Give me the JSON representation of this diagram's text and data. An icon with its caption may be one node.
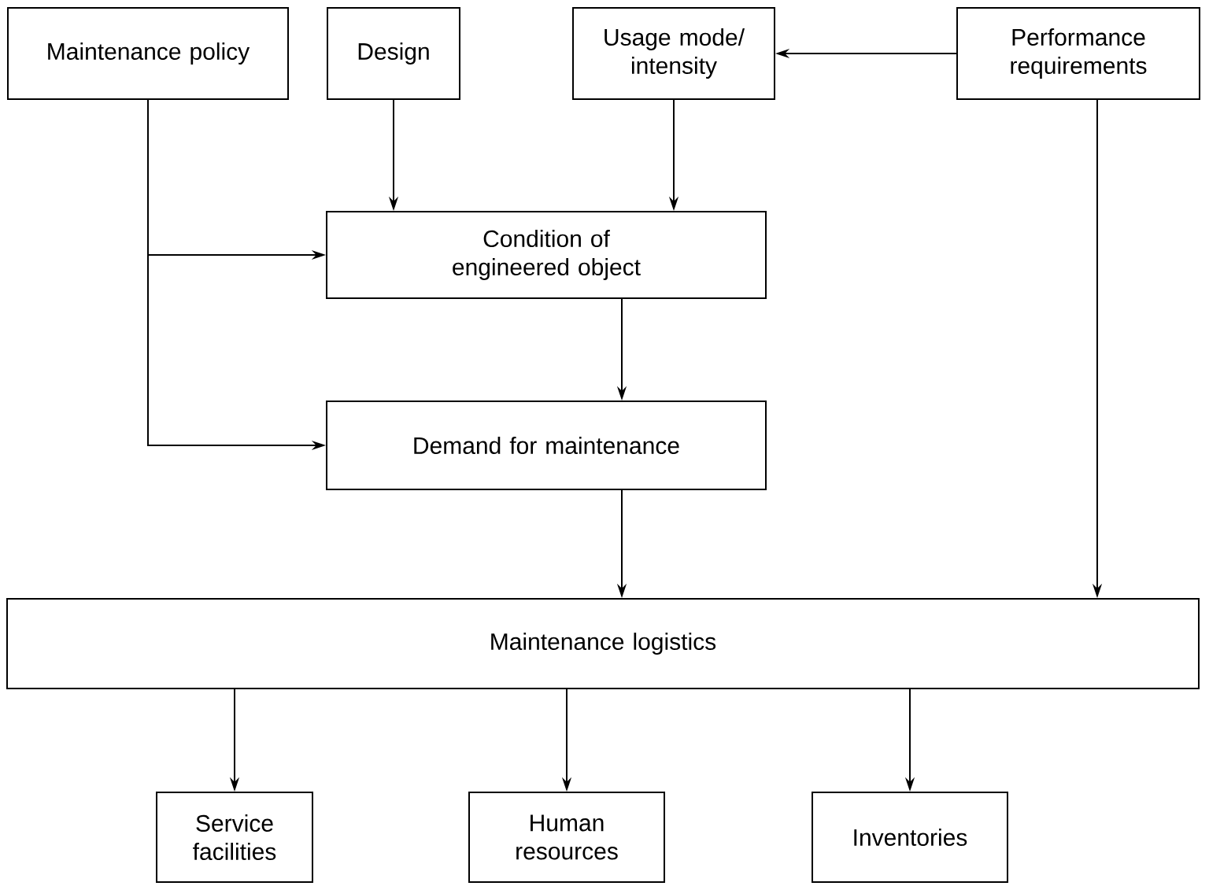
{
  "diagram": {
    "nodes": [
      {
        "text": [
          "Maintenance policy"
        ]
      },
      {
        "text": [
          "Design"
        ]
      },
      {
        "text": [
          "Usage mode/ intensity"
        ]
      },
      {
        "text": [
          "Performance requirements"
        ]
      },
      {
        "text": [
          "Condition of engineered object"
        ]
      },
      {
        "text": [
          "Demand for maintenance"
        ]
      },
      {
        "text": [
          "Maintenance logistics"
        ]
      },
      {
        "text": [
          "Service facilities"
        ]
      },
      {
        "text": [
          "Human resources"
        ]
      },
      {
        "text": [
          "Inventories"
        ]
      }
    ],
    "edges": [
      {
        "from": 0,
        "to": 4,
        "arrow": "to"
      },
      {
        "from": 0,
        "to": 5,
        "arrow": "to"
      },
      {
        "from": 1,
        "to": 4,
        "arrow": "to"
      },
      {
        "from": 2,
        "to": 4,
        "arrow": "to"
      },
      {
        "from": 3,
        "to": 2,
        "arrow": "to"
      },
      {
        "from": 3,
        "to": 6,
        "arrow": "to"
      },
      {
        "from": 4,
        "to": 5,
        "arrow": "to"
      },
      {
        "from": 5,
        "to": 6,
        "arrow": "to"
      },
      {
        "from": 6,
        "to": 7,
        "arrow": "to"
      },
      {
        "from": 6,
        "to": 8,
        "arrow": "to"
      },
      {
        "from": 6,
        "to": 9,
        "arrow": "to"
      }
    ]
  }
}
